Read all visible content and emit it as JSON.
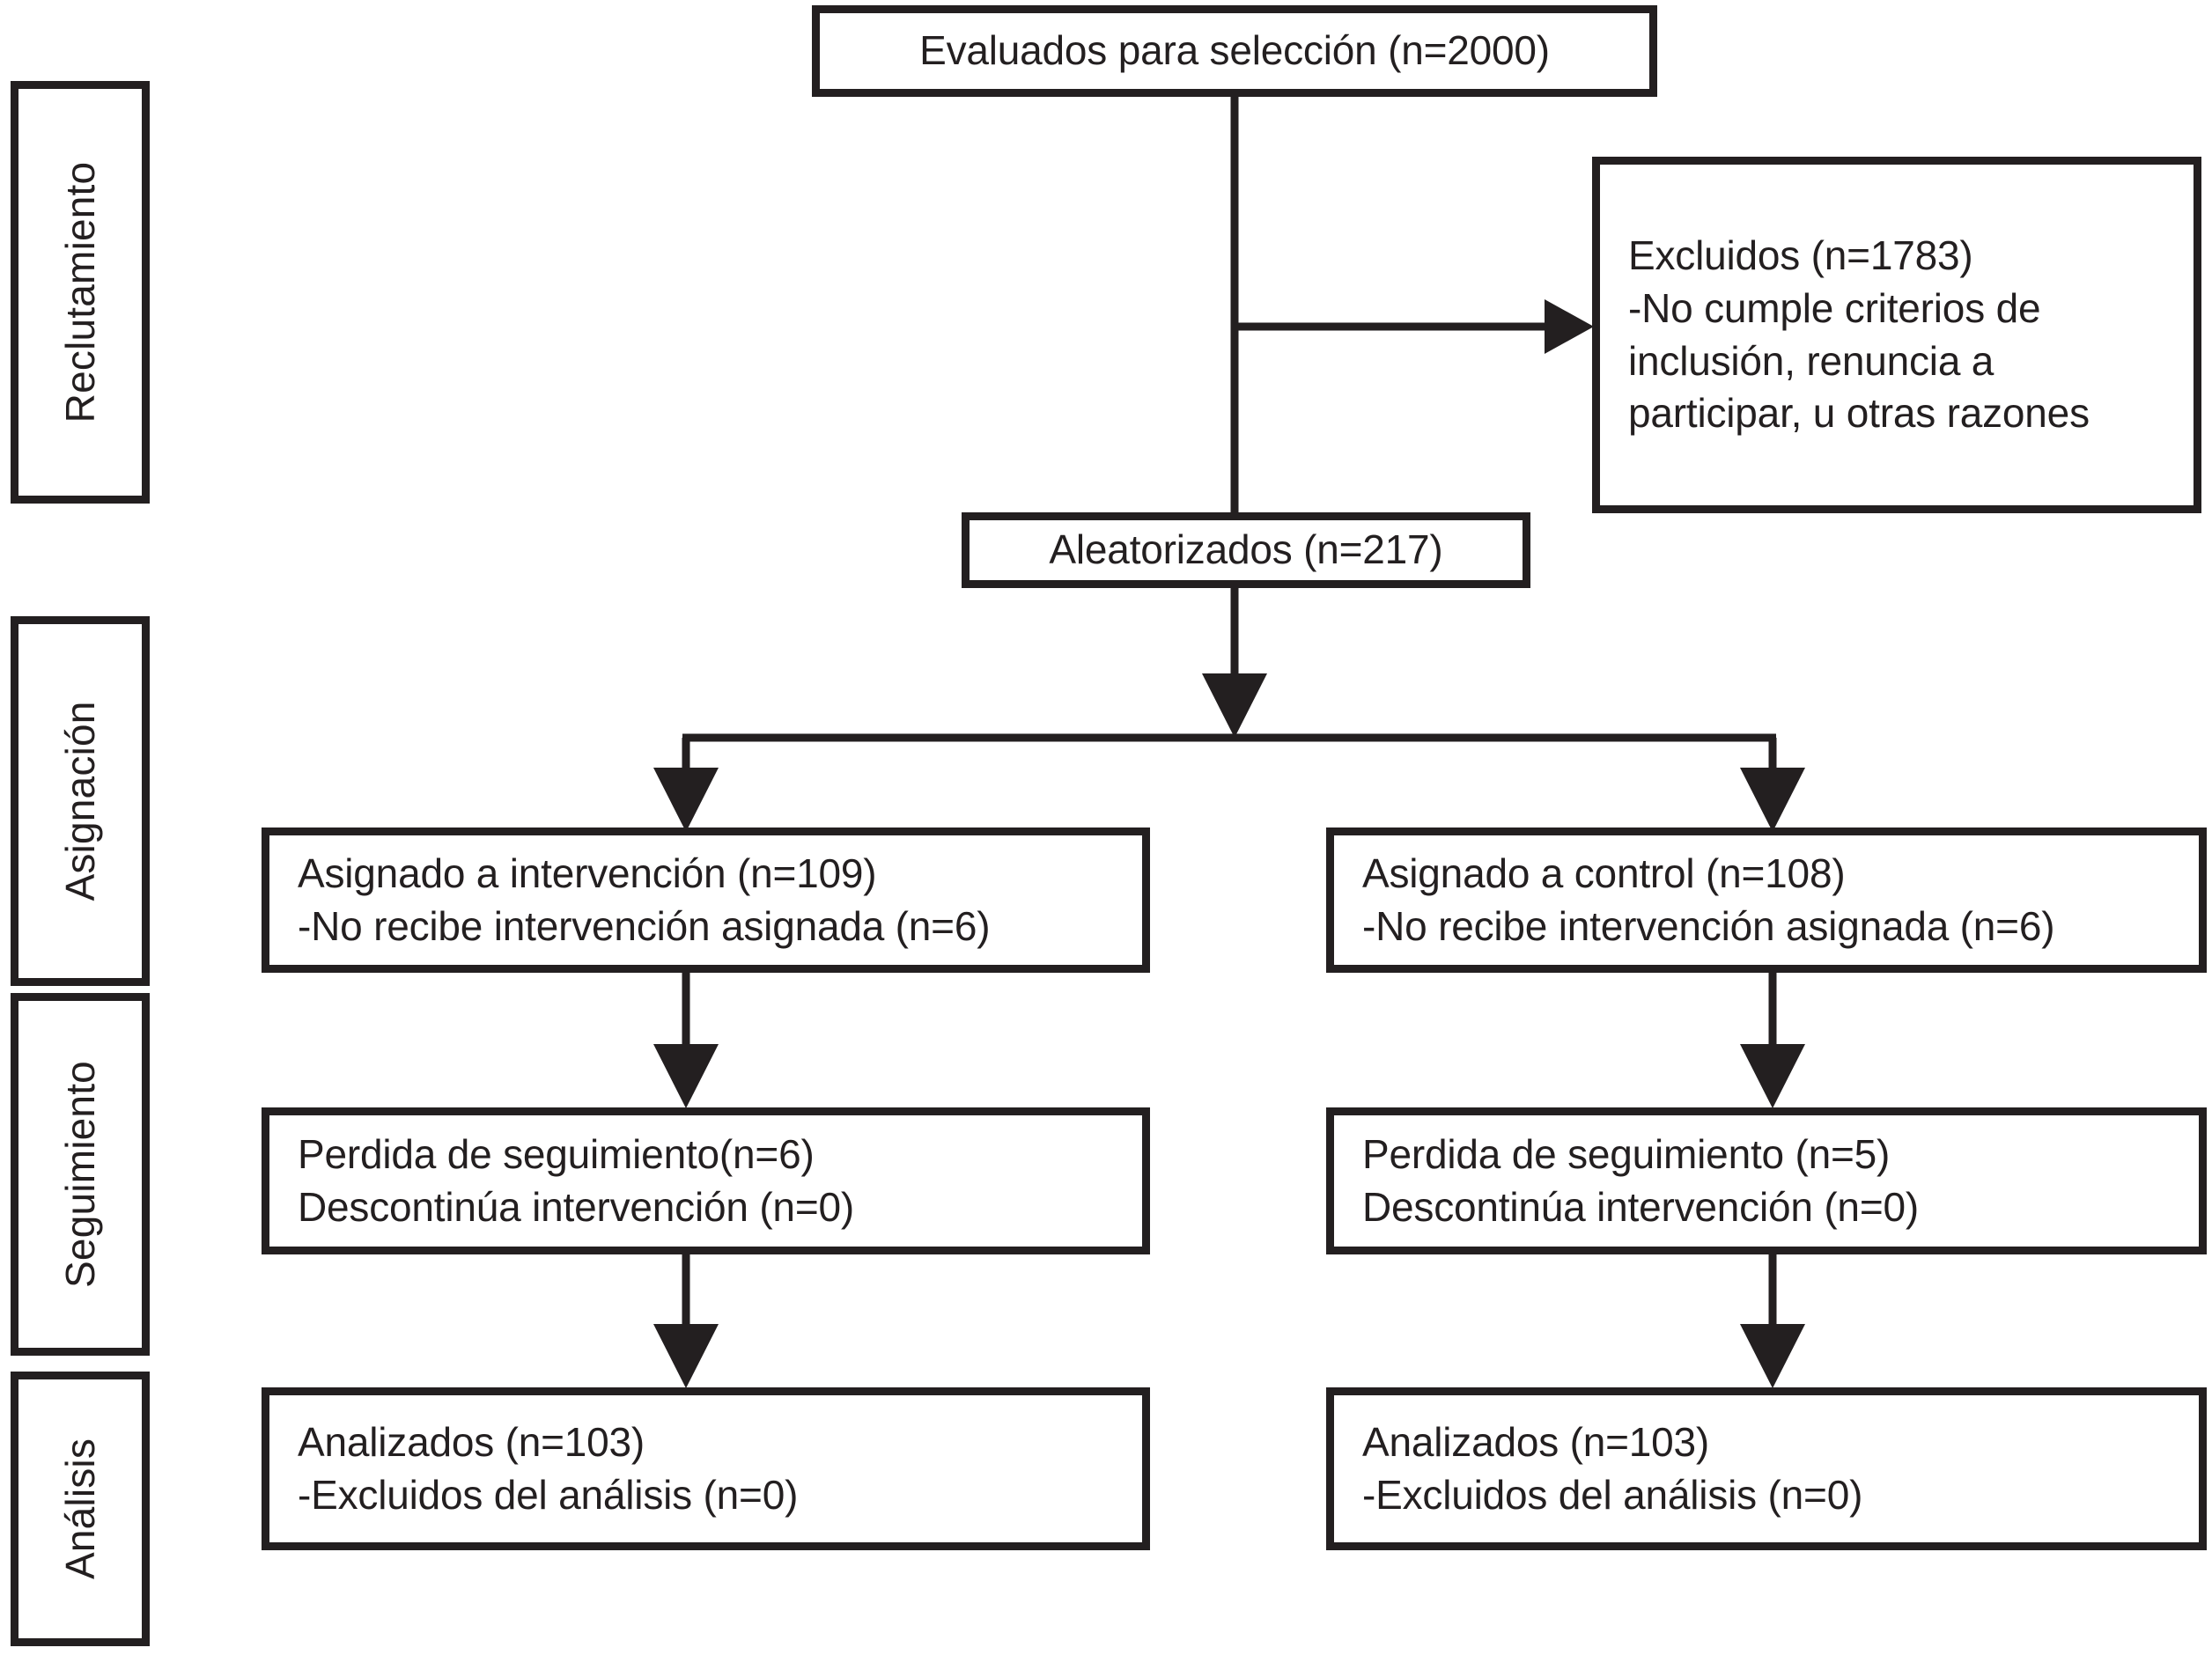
{
  "figure": {
    "type": "consort-flow-diagram",
    "language": "es",
    "stroke_color": "#231f20",
    "background_color": "#ffffff"
  },
  "stages": [
    {
      "id": "reclutamiento",
      "label": "Reclutamiento"
    },
    {
      "id": "asignacion",
      "label": "Asignación"
    },
    {
      "id": "seguimiento",
      "label": "Seguimiento"
    },
    {
      "id": "analisis",
      "label": "Análisis"
    }
  ],
  "nodes": {
    "assessed": {
      "id": "assessed",
      "lines": [
        "Evaluados para selección (n=2000)"
      ],
      "n": 2000
    },
    "excluded": {
      "id": "excluded",
      "lines": [
        "Excluidos (n=1783)",
        "",
        "-No cumple criterios de",
        "inclusión, renuncia a",
        "participar, u otras razones"
      ],
      "n": 1783
    },
    "randomized": {
      "id": "randomized",
      "lines": [
        "Aleatorizados (n=217)"
      ],
      "n": 217
    },
    "alloc_intervention": {
      "id": "alloc_intervention",
      "lines": [
        "Asignado a intervención (n=109)",
        "-No recibe intervención asignada (n=6)"
      ],
      "n": 109,
      "not_received": 6
    },
    "alloc_control": {
      "id": "alloc_control",
      "lines": [
        "Asignado a control (n=108)",
        "-No recibe intervención asignada (n=6)"
      ],
      "n": 108,
      "not_received": 6
    },
    "followup_intervention": {
      "id": "followup_intervention",
      "lines": [
        "Perdida de seguimiento(n=6)",
        "Descontinúa intervención (n=0)"
      ],
      "lost": 6,
      "discontinued": 0
    },
    "followup_control": {
      "id": "followup_control",
      "lines": [
        "Perdida de seguimiento (n=5)",
        "Descontinúa intervención (n=0)"
      ],
      "lost": 5,
      "discontinued": 0
    },
    "analysis_intervention": {
      "id": "analysis_intervention",
      "lines": [
        "Analizados (n=103)",
        "-Excluidos del análisis (n=0)"
      ],
      "n": 103,
      "excluded_from_analysis": 0
    },
    "analysis_control": {
      "id": "analysis_control",
      "lines": [
        "Analizados (n=103)",
        "-Excluidos del análisis (n=0)"
      ],
      "n": 103,
      "excluded_from_analysis": 0
    }
  },
  "edges": [
    {
      "from": "assessed",
      "to": "excluded",
      "arrow": true,
      "orientation": "horizontal"
    },
    {
      "from": "assessed",
      "to": "randomized",
      "arrow": false,
      "orientation": "vertical"
    },
    {
      "from": "randomized",
      "to": "split",
      "arrow": true,
      "orientation": "vertical"
    },
    {
      "from": "split",
      "to": "alloc_intervention",
      "arrow": true,
      "orientation": "vertical"
    },
    {
      "from": "split",
      "to": "alloc_control",
      "arrow": true,
      "orientation": "vertical"
    },
    {
      "from": "alloc_intervention",
      "to": "followup_intervention",
      "arrow": true,
      "orientation": "vertical"
    },
    {
      "from": "alloc_control",
      "to": "followup_control",
      "arrow": true,
      "orientation": "vertical"
    },
    {
      "from": "followup_intervention",
      "to": "analysis_intervention",
      "arrow": true,
      "orientation": "vertical"
    },
    {
      "from": "followup_control",
      "to": "analysis_control",
      "arrow": true,
      "orientation": "vertical"
    }
  ]
}
